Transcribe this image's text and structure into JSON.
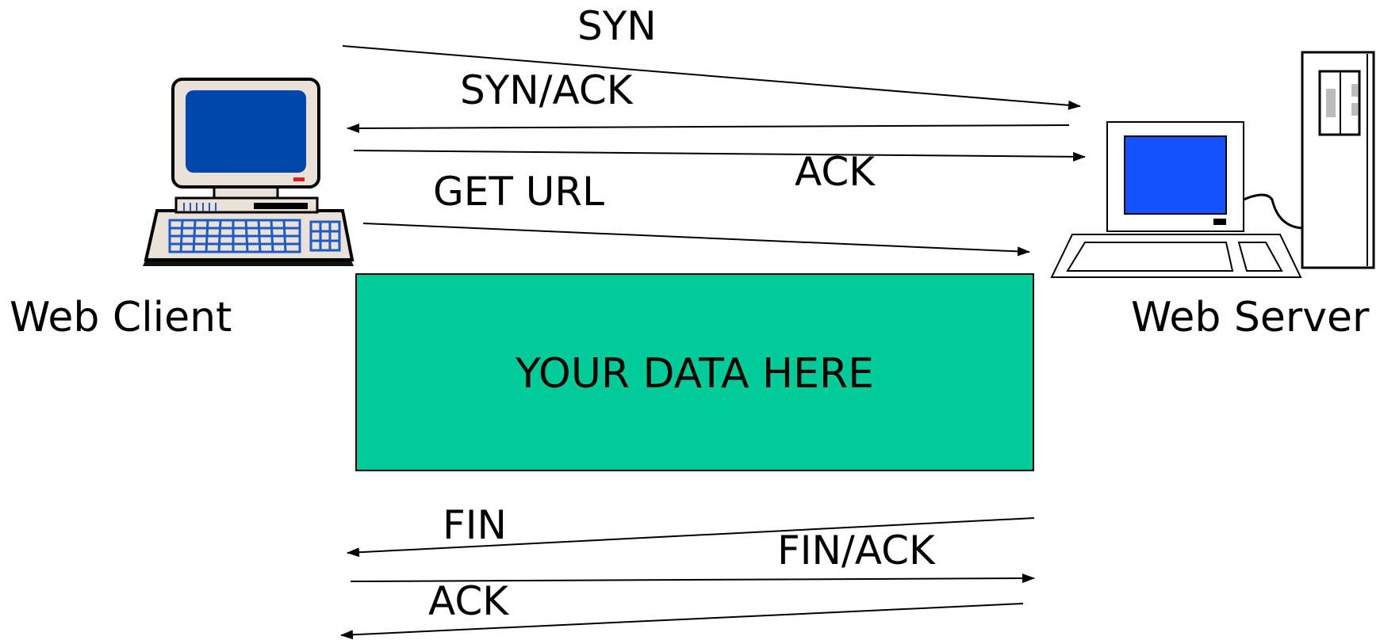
{
  "nodes": {
    "client": {
      "label": "Web Client",
      "icon": "desktop-computer-icon"
    },
    "server": {
      "label": "Web Server",
      "icon": "server-computer-icon"
    },
    "data_box": {
      "label": "YOUR DATA HERE",
      "color": "#00CC99"
    }
  },
  "messages": [
    {
      "id": "syn",
      "label": "SYN",
      "from": "client",
      "to": "server"
    },
    {
      "id": "synack",
      "label": "SYN/ACK",
      "from": "server",
      "to": "client"
    },
    {
      "id": "ack1",
      "label": "ACK",
      "from": "client",
      "to": "server"
    },
    {
      "id": "get",
      "label": "GET URL",
      "from": "client",
      "to": "server"
    },
    {
      "id": "fin",
      "label": "FIN",
      "from": "server",
      "to": "client"
    },
    {
      "id": "finack",
      "label": "FIN/ACK",
      "from": "client",
      "to": "server"
    },
    {
      "id": "ack2",
      "label": "ACK",
      "from": "server",
      "to": "client"
    }
  ],
  "colors": {
    "screen_blue": "#0047AB",
    "server_screen_blue": "#1452FF",
    "keyboard_blue": "#1E5BC6",
    "case_beige": "#EAE2D6"
  }
}
